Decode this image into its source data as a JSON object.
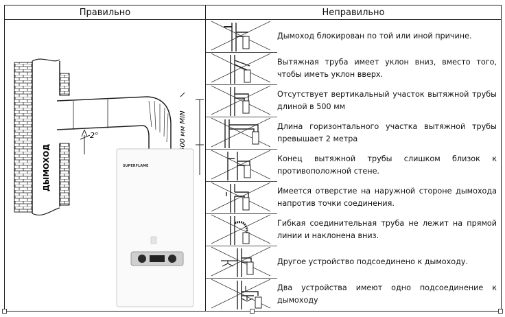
{
  "headers": {
    "correct": "Правильно",
    "incorrect": "Неправильно"
  },
  "diagram": {
    "chimney_label": "ДЫМОХОД",
    "angle_label": "2°",
    "length_label": "500 мм MIN",
    "brand": "SUPERFLAME"
  },
  "errors": [
    {
      "text": "Дымоход блокирован по той или иной причине."
    },
    {
      "text": "Вытяжная труба имеет уклон вниз, вместо того, чтобы иметь уклон вверх."
    },
    {
      "text": "Отсутствует вертикальный участок вытяжной трубы длиной в 500 мм"
    },
    {
      "text": "Длина горизонтального участка вытяжной трубы превышает 2 метра"
    },
    {
      "text": "Конец вытяжной трубы слишком близок к противоположной стене."
    },
    {
      "text": "Имеется отверстие на наружной стороне дымохода напротив точки соединения."
    },
    {
      "text": "Гибкая соединительная труба не лежит на прямой линии и наклонена вниз."
    },
    {
      "text": "Другое устройство подсоединено к дымоходу."
    },
    {
      "text": "Два устройства имеют одно подсоединение к дымоходу"
    }
  ]
}
